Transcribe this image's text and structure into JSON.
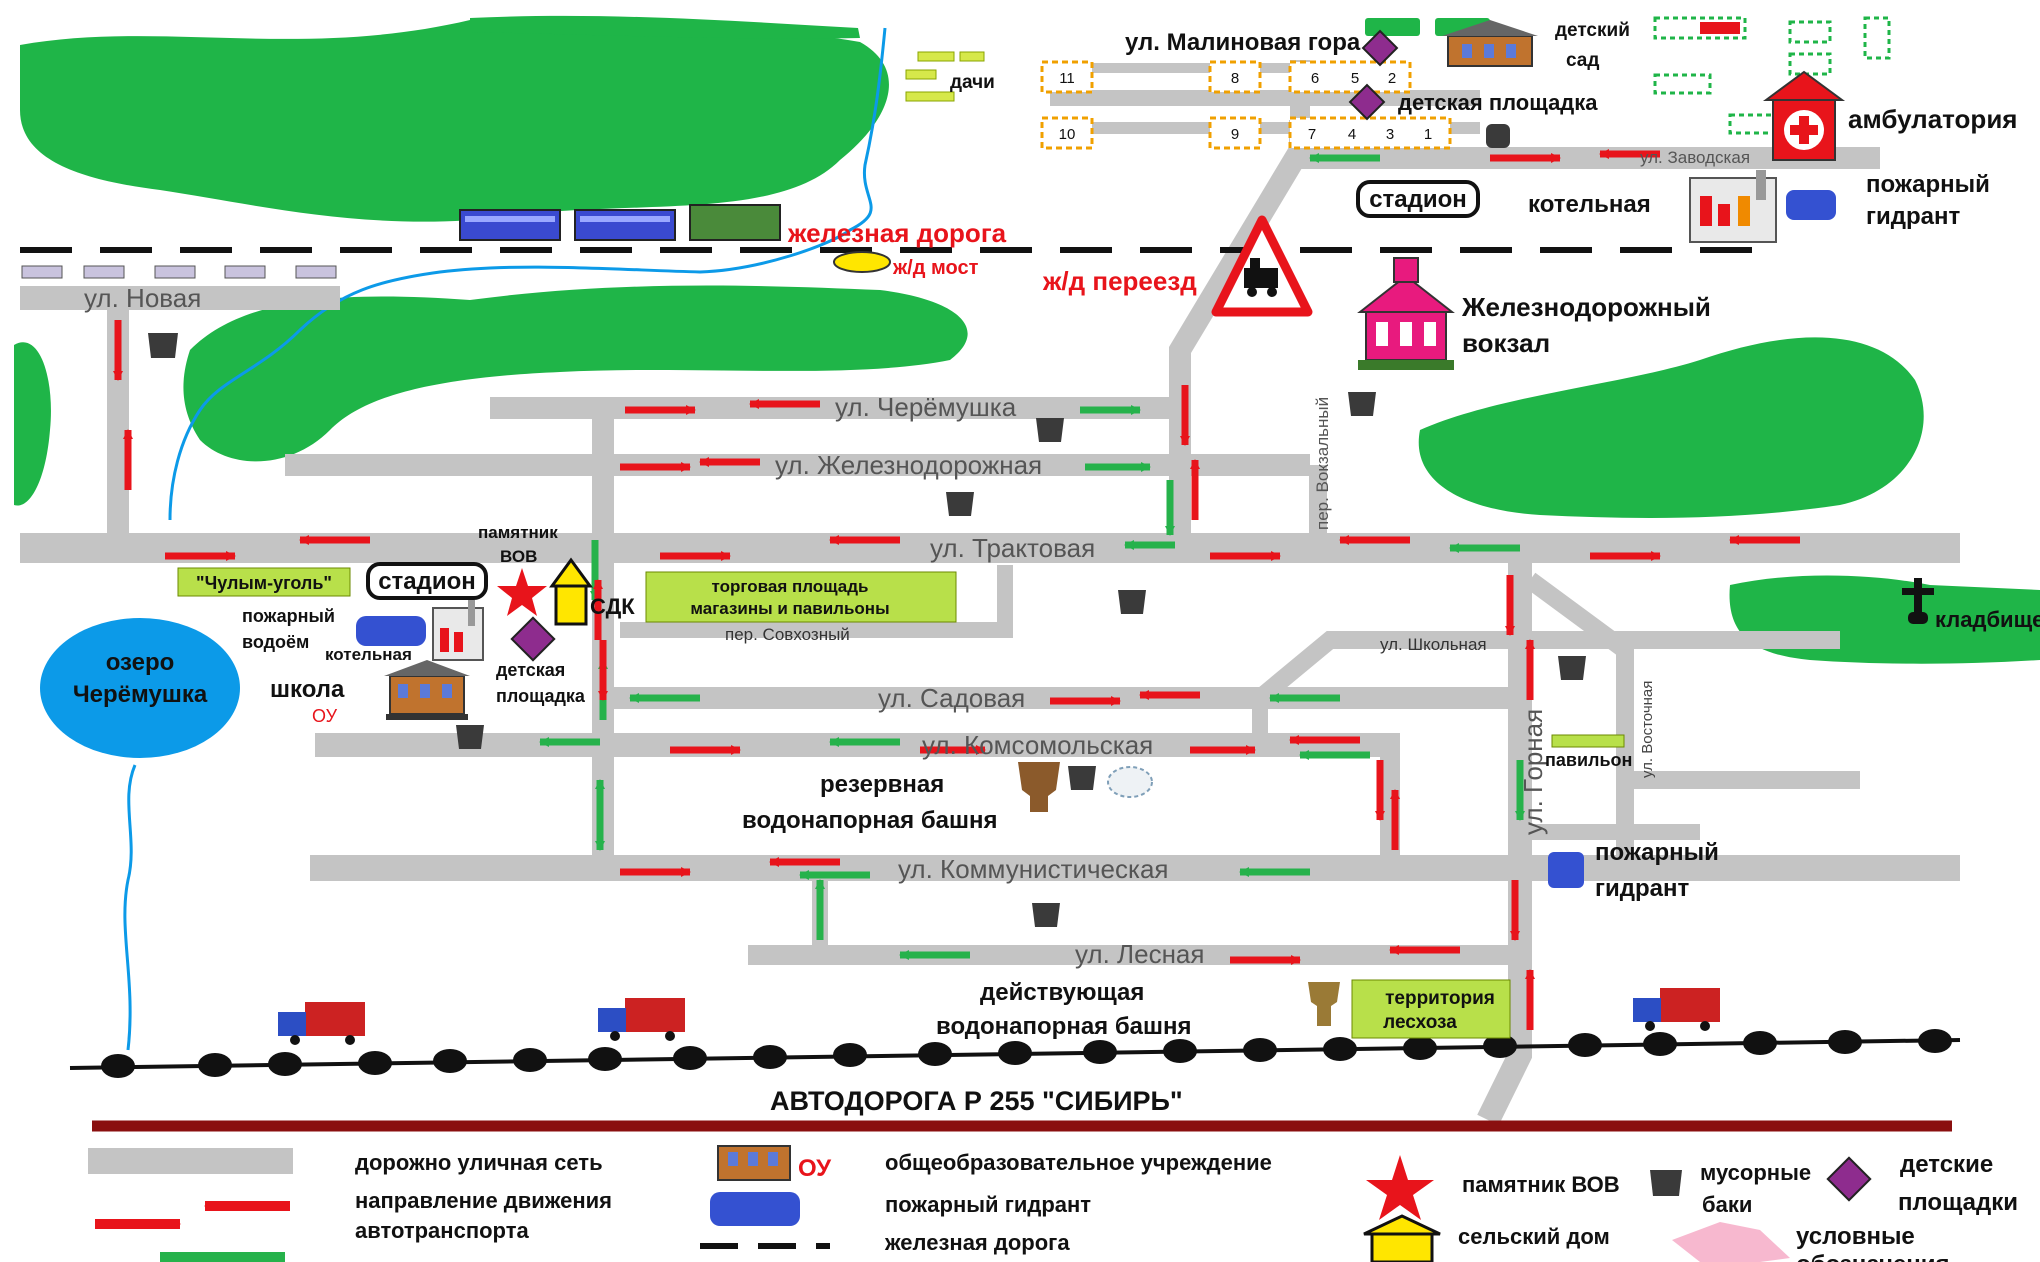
{
  "colors": {
    "road": "#c4c4c4",
    "arrow_red": "#e8141b",
    "arrow_green": "#26b24b",
    "forest": "#1fb548",
    "water": "#0c9ae8",
    "hydrant": "#3451d1",
    "playground": "#8e2c8e",
    "bin": "#3a3a3a",
    "rail": "#111111",
    "highway": "#8a0f0f"
  },
  "places": {
    "malinovaya": "ул. Малиновая гора",
    "kindergarten_1": "детский",
    "kindergarten_2": "сад",
    "dachi": "дачи",
    "playground_top": "детская площадка",
    "ambulatory": "амбулатория",
    "zavodskaya": "ул. Заводская",
    "stadium_top": "стадион",
    "boiler_top": "котельная",
    "hydrant_top_1": "пожарный",
    "hydrant_top_2": "гидрант",
    "railway": "железная  дорога",
    "rail_bridge": "ж/д мост",
    "rail_crossing": "ж/д переезд",
    "station_1": "Железнодорожный",
    "station_2": "вокзал",
    "novaya": "ул. Новая",
    "cheremushka_st": "ул. Черёмушка",
    "zheleznodorozhnaya": "ул. Железнодорожная",
    "vokzalny": "пер. Вокзальный",
    "traktovaya": "ул. Трактовая",
    "monument_1": "памятник",
    "monument_2": "ВОВ",
    "coal": "\"Чулым-уголь\"",
    "stadium_center": "стадион",
    "sdk": "СДК",
    "market_1": "торговая площадь",
    "market_2": "магазины и павильоны",
    "sovkhozny": "пер. Совхозный",
    "fire_pond_1": "пожарный",
    "fire_pond_2": "водоём",
    "boiler_center": "котельная",
    "playground_center_1": "детская",
    "playground_center_2": "площадка",
    "lake_1": "озеро",
    "lake_2": "Черёмушка",
    "school": "школа",
    "school_abbr": "ОУ",
    "cemetery": "кладбище",
    "shkolnaya": "ул. Школьная",
    "sadovaya": "ул. Садовая",
    "komsomolskaya": "ул. Комсомольская",
    "gornaya": "ул. Горная",
    "vostochnaya": "ул. Восточная",
    "pavilion": "павильон",
    "reserve_tower_1": "резервная",
    "reserve_tower_2": "водонапорная башня",
    "hydrant_right_1": "пожарный",
    "hydrant_right_2": "гидрант",
    "kommunisticheskaya": "ул. Коммунистическая",
    "lesnaya": "ул. Лесная",
    "active_tower_1": "действующая",
    "active_tower_2": "водонапорная башня",
    "leskhoz_1": "территория",
    "leskhoz_2": "лесхоза",
    "highway": "АВТОДОРОГА Р 255 \"СИБИРЬ\""
  },
  "house_numbers": [
    "11",
    "8",
    "6",
    "5",
    "2",
    "10",
    "9",
    "7",
    "4",
    "3",
    "1"
  ],
  "legend": {
    "roads": "дорожно уличная сеть",
    "direction_1": "направление движения",
    "direction_2": "автотранспорта",
    "school_abbr": "ОУ",
    "school": "общеобразовательное учреждение",
    "hydrant": "пожарный гидрант",
    "railway": "железная дорога",
    "monument": "памятник ВОВ",
    "house": "сельский дом",
    "bins_1": "мусорные",
    "bins_2": "баки",
    "playgrounds_1": "детские",
    "playgrounds_2": "площадки",
    "symbols_1": "условные",
    "symbols_2": "обозначения"
  }
}
